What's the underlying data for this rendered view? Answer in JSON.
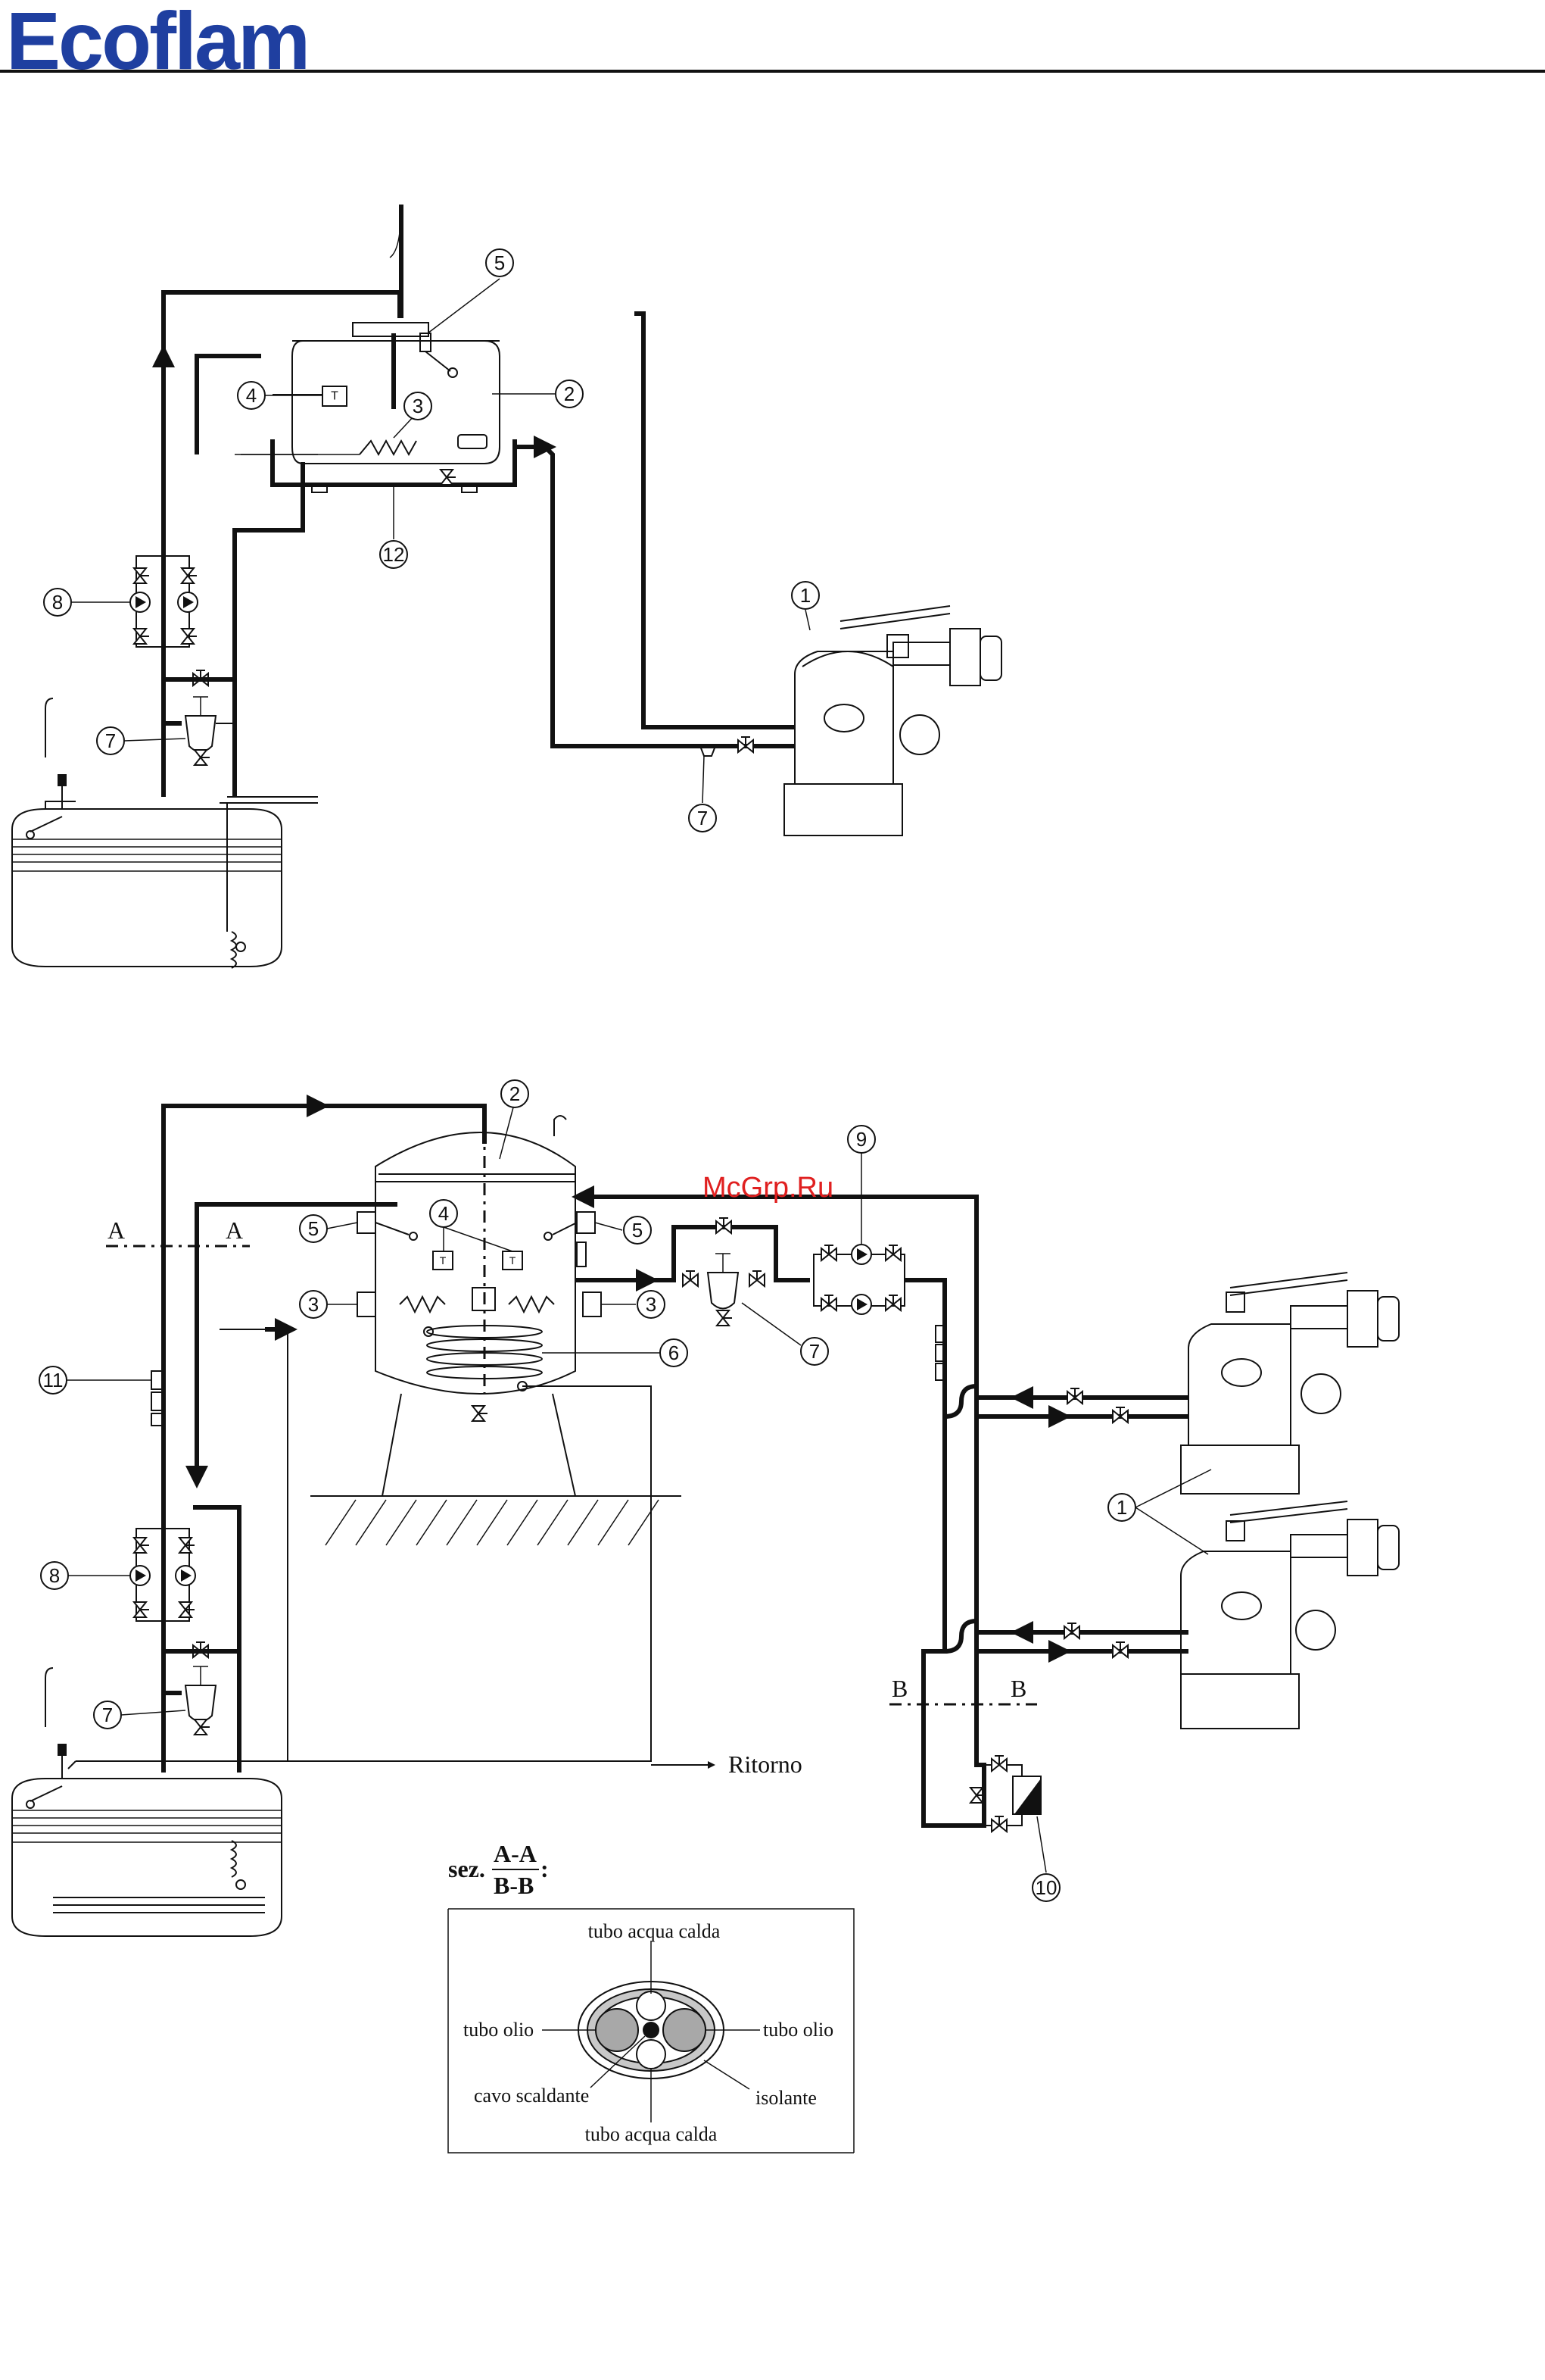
{
  "brand": {
    "logo_text": "Ecoflam",
    "color": "#1f3fa0"
  },
  "watermark": {
    "text": "McGrp.Ru",
    "color": "#e02020"
  },
  "diagram_top": {
    "callouts": [
      "5",
      "2",
      "3",
      "4",
      "12",
      "1",
      "8",
      "7",
      "7"
    ]
  },
  "diagram_bottom": {
    "callouts": [
      "2",
      "4",
      "5",
      "5",
      "3",
      "3",
      "6",
      "9",
      "7",
      "11",
      "8",
      "7",
      "1",
      "10"
    ],
    "section_aa": "A",
    "section_bb": "B",
    "ritorno_label": "Ritorno"
  },
  "section_detail": {
    "prefix": "sez.",
    "numerator": "A-A",
    "denominator": "B-B",
    "colon": ":",
    "labels": {
      "top": "tubo acqua calda",
      "left": "tubo olio",
      "right": "tubo olio",
      "heating_cable": "cavo scaldante",
      "insulation": "isolante",
      "bottom": "tubo acqua calda"
    }
  }
}
